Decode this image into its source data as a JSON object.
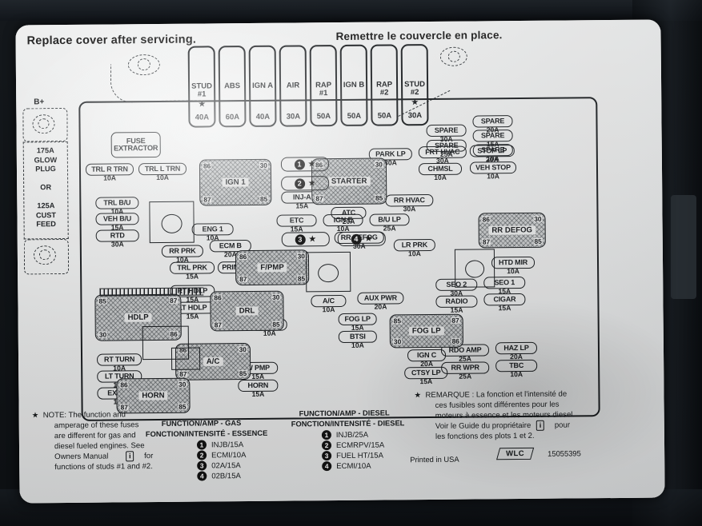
{
  "titles": {
    "english": "Replace cover after servicing.",
    "french": "Remettre le couvercle en place."
  },
  "battery": {
    "label": "B+",
    "spec": "175A\nGLOW\nPLUG\n\nOR\n\n125A\nCUST\nFEED"
  },
  "tool": {
    "label": "FUSE\nEXTRACTOR"
  },
  "cartridge_fuses": [
    {
      "name": "STUD\n#1",
      "star": true,
      "amp": "40A"
    },
    {
      "name": "ABS",
      "star": false,
      "amp": "60A"
    },
    {
      "name": "IGN\nA",
      "star": false,
      "amp": "40A"
    },
    {
      "name": "AIR",
      "star": false,
      "amp": "30A"
    },
    {
      "name": "RAP\n#1",
      "star": false,
      "amp": "50A"
    },
    {
      "name": "IGN\nB",
      "star": false,
      "amp": "50A"
    },
    {
      "name": "RAP\n#2",
      "star": false,
      "amp": "50A"
    },
    {
      "name": "STUD\n#2",
      "star": true,
      "amp": "30A"
    }
  ],
  "relays": [
    {
      "name": "IGN 1",
      "pins": {
        "tl": "86",
        "tr": "30",
        "bl": "87",
        "br": "85"
      }
    },
    {
      "name": "STARTER",
      "pins": {
        "tl": "86",
        "tr": "30",
        "bl": "87",
        "br": "85"
      }
    },
    {
      "name": "F/PMP",
      "pins": {
        "tl": "86",
        "tr": "30",
        "bl": "87",
        "br": "85"
      }
    },
    {
      "name": "RR DEFOG",
      "pins": {
        "tl": "86",
        "tr": "30",
        "bl": "87",
        "br": "85"
      }
    },
    {
      "name": "HDLP",
      "pins": {
        "tl": "85",
        "tr": "87",
        "bl": "30",
        "br": "86"
      }
    },
    {
      "name": "DRL",
      "pins": {
        "tl": "86",
        "tr": "30",
        "bl": "87",
        "br": "85"
      }
    },
    {
      "name": "A/C",
      "pins": {
        "tl": "86",
        "tr": "30",
        "bl": "87",
        "br": "85"
      }
    },
    {
      "name": "FOG LP",
      "pins": {
        "tl": "85",
        "tr": "87",
        "bl": "30",
        "br": "86"
      }
    },
    {
      "name": "HORN",
      "pins": {
        "tl": "86",
        "tr": "30",
        "bl": "87",
        "br": "85"
      }
    }
  ],
  "numbered_studs": [
    {
      "num": "1",
      "star": "★"
    },
    {
      "num": "2",
      "star": "★"
    },
    {
      "num": "3",
      "star": "★"
    },
    {
      "num": "4",
      "star": "★"
    }
  ],
  "fuses": [
    {
      "name": "TRL R TRN",
      "amp": "10A"
    },
    {
      "name": "TRL L TRN",
      "amp": "10A"
    },
    {
      "name": "TRL B/U",
      "amp": "10A"
    },
    {
      "name": "VEH B/U",
      "amp": "15A"
    },
    {
      "name": "RTD",
      "amp": "30A"
    },
    {
      "name": "ENG 1",
      "amp": "10A"
    },
    {
      "name": "RR PRK",
      "amp": "10A"
    },
    {
      "name": "ECM B",
      "amp": "20A"
    },
    {
      "name": "TRL PRK",
      "amp": "15A"
    },
    {
      "name": "PRIME",
      "amp": ""
    },
    {
      "name": "RT HDLP",
      "amp": "15A"
    },
    {
      "name": "LT HDLP",
      "amp": "15A"
    },
    {
      "name": "RT TURN",
      "amp": "10A"
    },
    {
      "name": "LT TURN",
      "amp": "10A"
    },
    {
      "name": "EXT LP",
      "amp": "10A"
    },
    {
      "name": "INJ-A",
      "amp": "15A"
    },
    {
      "name": "ETC",
      "amp": "15A"
    },
    {
      "name": "IGN E",
      "amp": "10A"
    },
    {
      "name": "B/U LP",
      "amp": "25A"
    },
    {
      "name": "LR PRK",
      "amp": "10A"
    },
    {
      "name": "ATC",
      "amp": "20A"
    },
    {
      "name": "RR DEFOG",
      "amp": "30A"
    },
    {
      "name": "RR HVAC",
      "amp": "30A"
    },
    {
      "name": "DRL",
      "amp": "10A"
    },
    {
      "name": "A/C",
      "amp": "10A"
    },
    {
      "name": "AUX PWR",
      "amp": "20A"
    },
    {
      "name": "FOG LP",
      "amp": "15A"
    },
    {
      "name": "BTSI",
      "amp": "10A"
    },
    {
      "name": "IGN C",
      "amp": "20A"
    },
    {
      "name": "CTSY LP",
      "amp": "15A"
    },
    {
      "name": "W PMP",
      "amp": "15A"
    },
    {
      "name": "HORN",
      "amp": "15A"
    },
    {
      "name": "SPARE",
      "amp": "20A"
    },
    {
      "name": "SPARE",
      "amp": "30A"
    },
    {
      "name": "SPARE",
      "amp": "15A"
    },
    {
      "name": "SPARE",
      "amp": "25A"
    },
    {
      "name": "SPARE",
      "amp": "10A"
    },
    {
      "name": "PARK LP",
      "amp": "30A"
    },
    {
      "name": "FRT HVAC",
      "amp": "30A"
    },
    {
      "name": "STOP LP",
      "amp": "20A"
    },
    {
      "name": "CHMSL",
      "amp": "10A"
    },
    {
      "name": "VEH STOP",
      "amp": "10A"
    },
    {
      "name": "HTD MIR",
      "amp": "10A"
    },
    {
      "name": "SEO 2",
      "amp": "30A"
    },
    {
      "name": "SEO 1",
      "amp": "15A"
    },
    {
      "name": "RADIO",
      "amp": "15A"
    },
    {
      "name": "CIGAR",
      "amp": "15A"
    },
    {
      "name": "RDO AMP",
      "amp": "25A"
    },
    {
      "name": "HAZ LP",
      "amp": "20A"
    },
    {
      "name": "RR WPR",
      "amp": "25A"
    },
    {
      "name": "TBC",
      "amp": "10A"
    }
  ],
  "note_en": {
    "star": "★",
    "line1": "NOTE: The function and",
    "line2": "amperage of these fuses",
    "line3": "are different for gas and",
    "line4": "diesel fueled engines. See",
    "line5a": "Owners Manual",
    "manual_icon": "i",
    "line5b": "for",
    "line6": "functions of studs #1 and #2."
  },
  "note_fr": {
    "star": "★",
    "line1": "REMARQUE : La fonction et l'intensité de",
    "line2": "ces fusibles sont différentes pour les",
    "line3": "moteurs à essence et les moteurs diesel.",
    "line4a": "Voir le Guide du propriétaire",
    "manual_icon": "i",
    "line4b": "pour",
    "line5": "les fonctions des plots 1 et 2."
  },
  "legend_gas": {
    "header_en": "FUNCTION/AMP - GAS",
    "header_fr": "FONCTION/INTENSITÉ - ESSENCE",
    "items": [
      {
        "num": "1",
        "text": "INJB/15A"
      },
      {
        "num": "2",
        "text": "ECMI/10A"
      },
      {
        "num": "3",
        "text": "02A/15A"
      },
      {
        "num": "4",
        "text": "02B/15A"
      }
    ]
  },
  "legend_diesel": {
    "header_en": "FUNCTION/AMP - DIESEL",
    "header_fr": "FONCTION/INTENSITÉ - DIESEL",
    "items": [
      {
        "num": "1",
        "text": "INJB/25A"
      },
      {
        "num": "2",
        "text": "ECMRPV/15A"
      },
      {
        "num": "3",
        "text": "FUEL HT/15A"
      },
      {
        "num": "4",
        "text": "ECMI/10A"
      }
    ]
  },
  "footer": {
    "printed": "Printed in USA",
    "wlc": "WLC",
    "part_number": "15055395"
  }
}
